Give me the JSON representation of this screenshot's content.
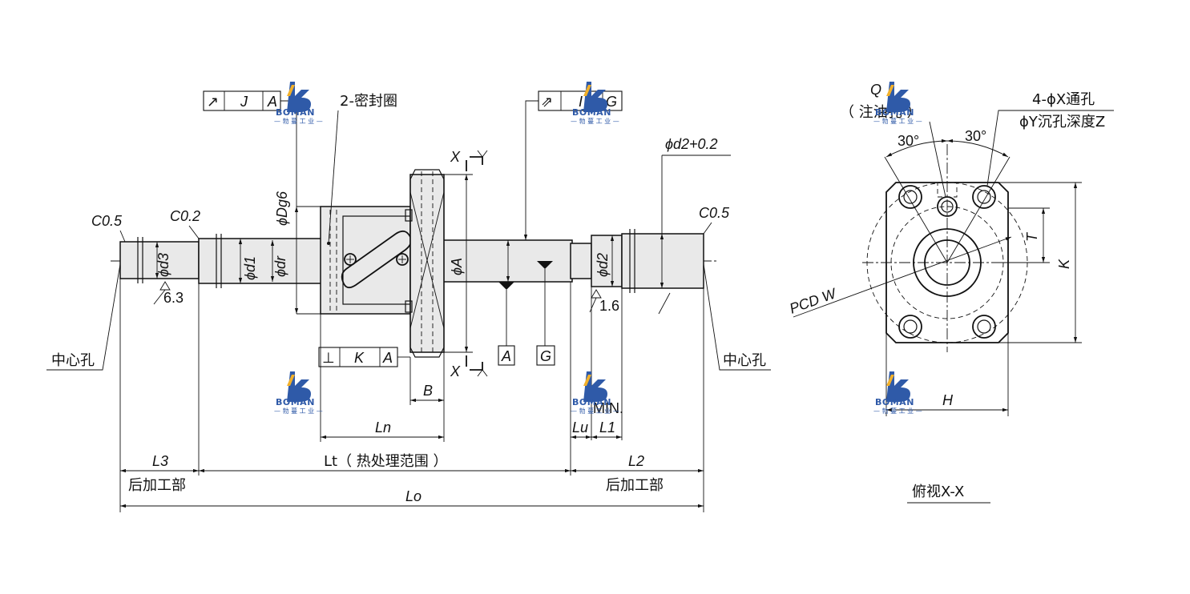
{
  "watermark": {
    "brand": "BOMAN",
    "subtitle": "— 勃 蔓 工 业 —"
  },
  "tolerance_frames": {
    "runout_J": {
      "symbol": "↗",
      "value": "J",
      "datum": "A"
    },
    "runout_I": {
      "symbol": "⇗",
      "value": "I",
      "datum": "G"
    },
    "perpendicular_K": {
      "symbol": "⊥",
      "value": "K",
      "datum": "A"
    }
  },
  "datum_labels": {
    "a": "A",
    "g": "G"
  },
  "side_view": {
    "seal_label": "2-密封圈",
    "chamfer_left": "C0.5",
    "chamfer_mid": "C0.2",
    "chamfer_right": "C0.5",
    "section_mark": "X",
    "dia_dg6": "ϕDg6",
    "dia_d3": "ϕd3",
    "dia_d1": "ϕd1",
    "dia_dr": "ϕdr",
    "dia_a": "ϕA",
    "dia_d2": "ϕd2",
    "dia_d2_tol": "ϕd2+0.2",
    "roughness_left": "6.3",
    "roughness_right": "1.6",
    "center_hole_left": "中心孔",
    "center_hole_right": "中心孔",
    "dim_b": "B",
    "dim_ln": "Ln",
    "dim_lu": "Lu",
    "dim_l1": "L1",
    "min_label": "MIN.",
    "dim_l3": "L3",
    "dim_lt": "Lt（ 热处理范围 ）",
    "dim_l2": "L2",
    "dim_lo": "Lo",
    "post_left": "后加工部",
    "post_right": "后加工部"
  },
  "end_view": {
    "q_label": "Q",
    "oil_hole": "（ 注油孔 ）",
    "hole_spec_1": "4-ϕX通孔",
    "hole_spec_2": "ϕY沉孔深度Z",
    "angle_left": "30°",
    "angle_right": "30°",
    "pcd": "PCD  W",
    "dim_t": "T",
    "dim_k": "K",
    "dim_h": "H",
    "caption": "俯视X-X"
  }
}
